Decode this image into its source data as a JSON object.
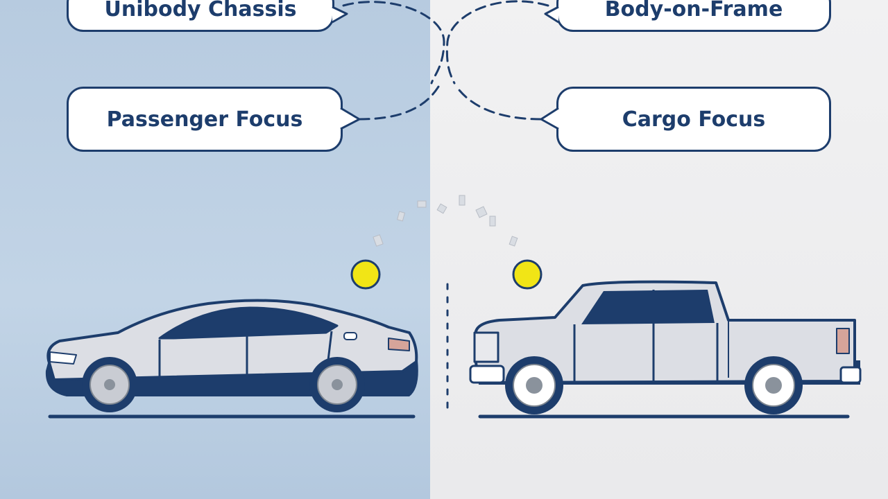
{
  "left": {
    "top_label": "Unibody Chassis",
    "mid_label": "Passenger Focus",
    "vehicle": "sedan"
  },
  "right": {
    "top_label": "Body-on-Frame",
    "mid_label": "Cargo Focus",
    "vehicle": "pickup-truck"
  },
  "colors": {
    "left_background": "#bccfe0",
    "right_background": "#eeeeef",
    "outline": "#1d3d6c",
    "vehicle_body": "#dcdee4",
    "window": "#1d3d6c",
    "marker": "#f1e516"
  }
}
